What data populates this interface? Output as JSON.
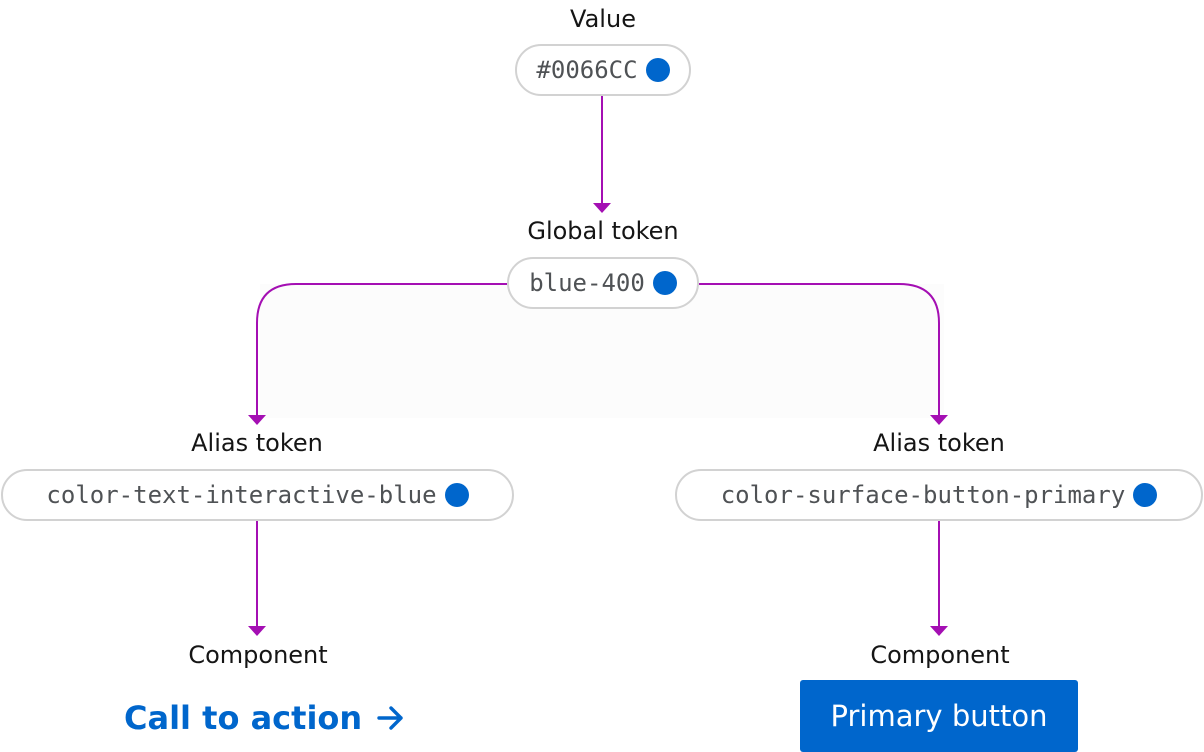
{
  "colors": {
    "token_blue": "#0066CC",
    "connector": "#a40fb3",
    "pill_border": "#d2d2d2",
    "text": "#151515"
  },
  "value_node": {
    "label": "Value",
    "token": "#0066CC"
  },
  "global_node": {
    "label": "Global token",
    "token": "blue-400"
  },
  "alias_left": {
    "label": "Alias token",
    "token": "color-text-interactive-blue"
  },
  "alias_right": {
    "label": "Alias token",
    "token": "color-surface-button-primary"
  },
  "component_left": {
    "label": "Component",
    "link_text": "Call to action",
    "arrow_icon": "arrow-right-icon"
  },
  "component_right": {
    "label": "Component",
    "button_text": "Primary button"
  }
}
